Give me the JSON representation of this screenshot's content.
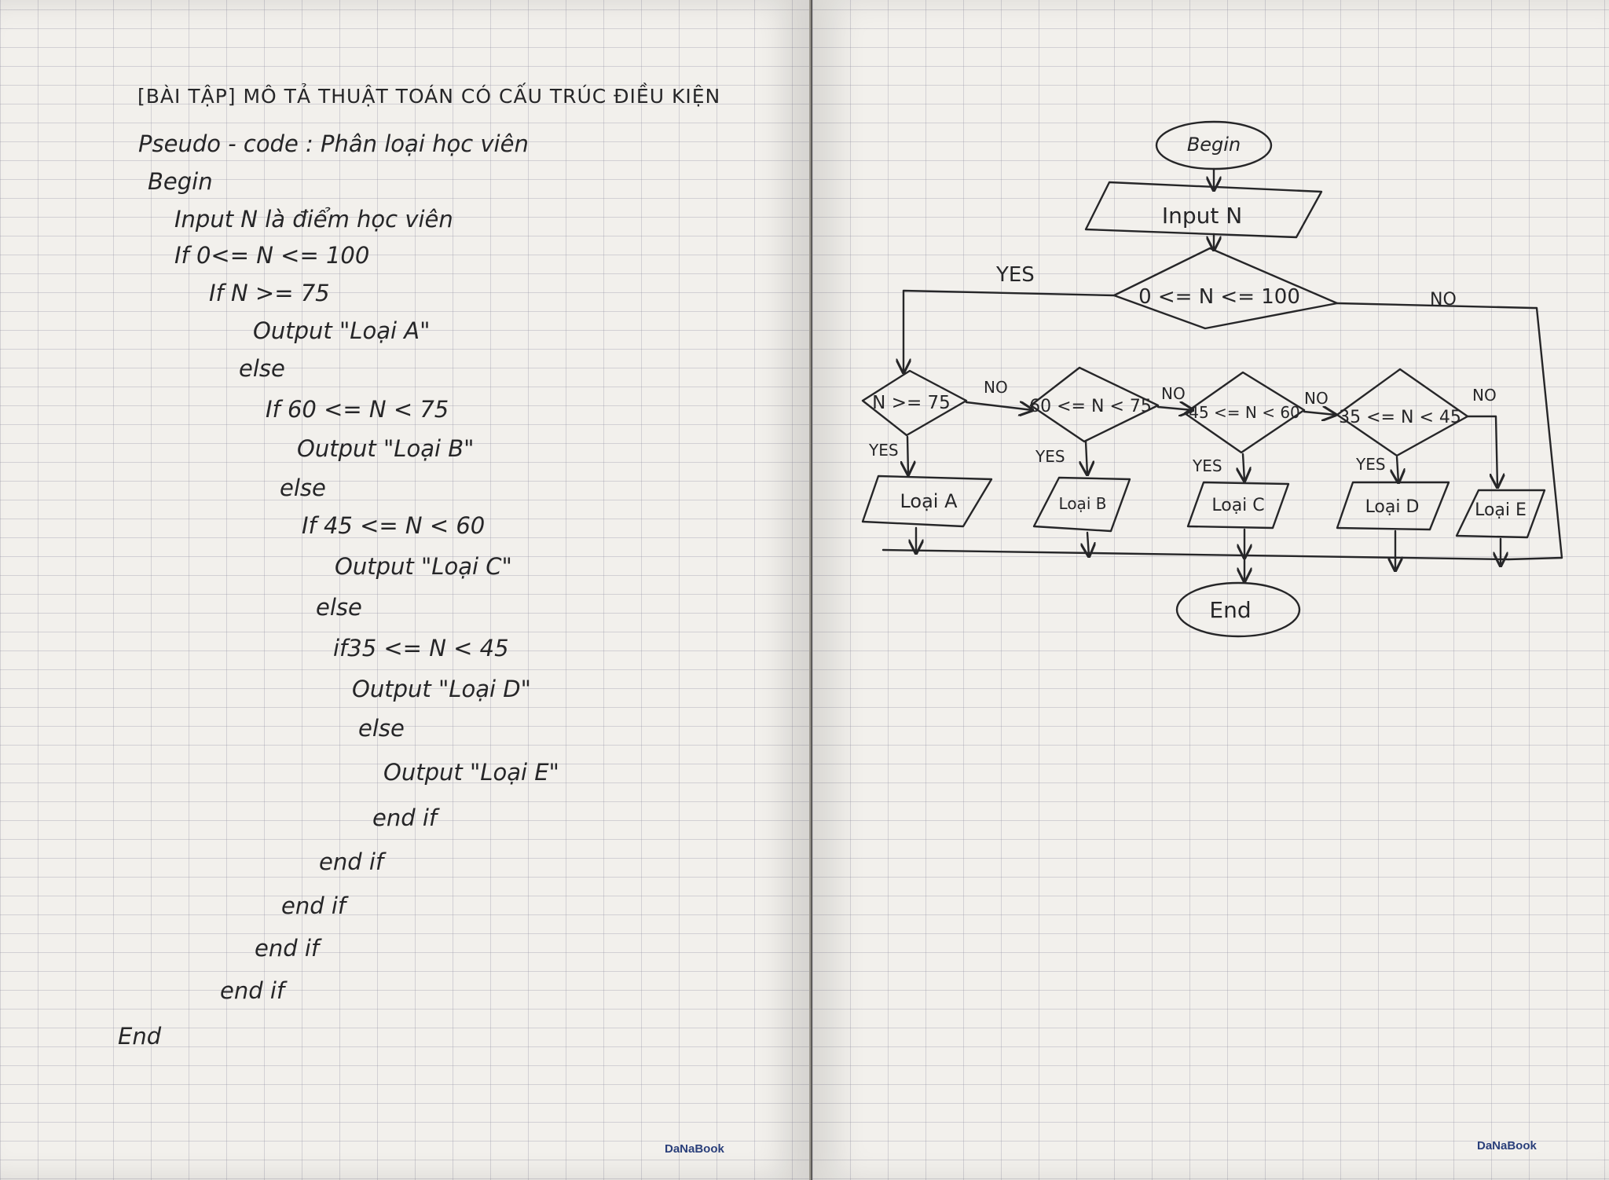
{
  "left_page": {
    "title": "[BÀI TẬP] MÔ TẢ THUẬT TOÁN CÓ CẤU TRÚC ĐIỀU KIỆN",
    "subtitle": "Pseudo - code : Phân loại học viên",
    "code_lines": [
      "Begin",
      "Input N là điểm học viên",
      "If 0<= N <= 100",
      "If N >= 75",
      "Output \"Loại A\"",
      "else",
      "If 60 <= N < 75",
      "Output \"Loại B\"",
      "else",
      "If 45 <= N < 60",
      "Output \"Loại C\"",
      "else",
      "if35 <= N < 45",
      "Output \"Loại D\"",
      "else",
      "Output \"Loại E\"",
      "end if",
      "end if",
      "end if",
      "end if",
      "end if",
      "End"
    ],
    "brand": "DaNaBook"
  },
  "flowchart": {
    "begin": "Begin",
    "input": "Input N",
    "cond_main": "0 <= N <= 100",
    "yes_label": "YES",
    "no_label": "NO",
    "conditions": [
      "N >= 75",
      "60 <= N < 75",
      "45 <= N < 60",
      "35 <= N < 45"
    ],
    "outputs": [
      "Loại A",
      "Loại B",
      "Loại C",
      "Loại D",
      "Loại E"
    ],
    "end": "End"
  },
  "right_page": {
    "brand": "DaNaBook"
  }
}
